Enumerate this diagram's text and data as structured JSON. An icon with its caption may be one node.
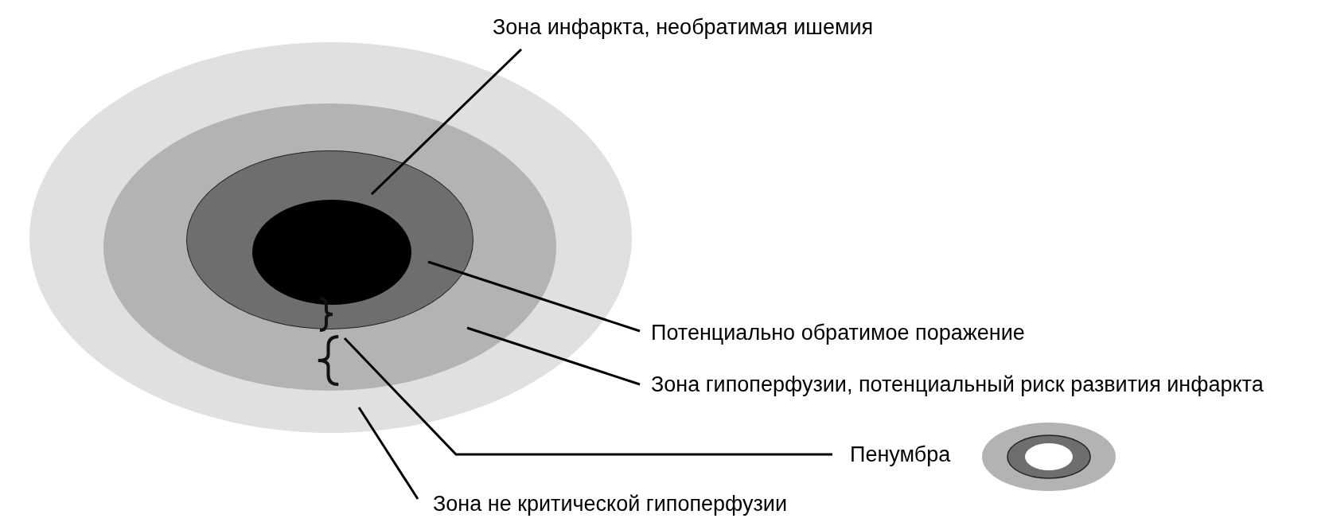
{
  "diagram": {
    "nodes": [
      {
        "text": [],
        "shape": "ellipse"
      },
      {
        "text": [],
        "shape": "ellipse",
        "in": 0
      },
      {
        "text": [],
        "shape": "ellipse",
        "in": 1
      },
      {
        "text": [],
        "shape": "ellipse",
        "in": 2
      },
      {
        "text": [],
        "shape": "brace",
        "in": 2
      },
      {
        "text": [],
        "shape": "brace",
        "in": 1
      },
      {
        "text": [
          "Зона инфаркта, необратимая ишемия"
        ]
      },
      {
        "text": [
          "Потенциально обратимое поражение"
        ]
      },
      {
        "text": [
          "Зона гипоперфузии, потенциальный риск развития инфаркта"
        ]
      },
      {
        "text": [
          "Пенумбра"
        ]
      },
      {
        "text": [
          "Зона не критической гипоперфузии"
        ]
      }
    ],
    "edges": [
      {
        "from": 6,
        "to": 3,
        "arrow": "none"
      },
      {
        "from": 7,
        "to": 2,
        "arrow": "none"
      },
      {
        "from": 8,
        "to": 1,
        "arrow": "none"
      },
      {
        "from": 9,
        "to": 5,
        "arrow": "none"
      },
      {
        "from": 10,
        "to": 0,
        "arrow": "none"
      }
    ]
  }
}
